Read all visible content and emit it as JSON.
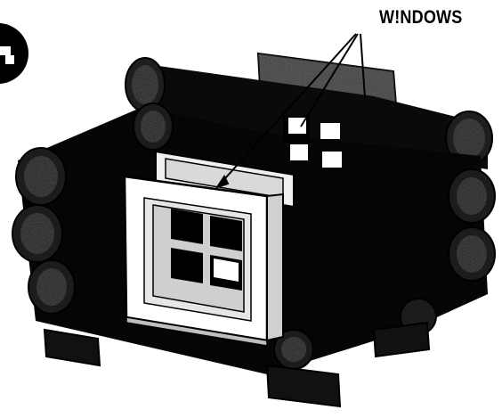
{
  "callout": {
    "label": "W!NDOWS"
  },
  "colors": {
    "ink": "#000000",
    "paper": "#ffffff",
    "light_gray": "#d9d9d9",
    "mid_gray": "#8a8a8a"
  },
  "parts": [
    "step-badge",
    "log-walls",
    "front-window-frame",
    "rear-window-panel",
    "end-wall-window-grid",
    "floor-blocks"
  ]
}
